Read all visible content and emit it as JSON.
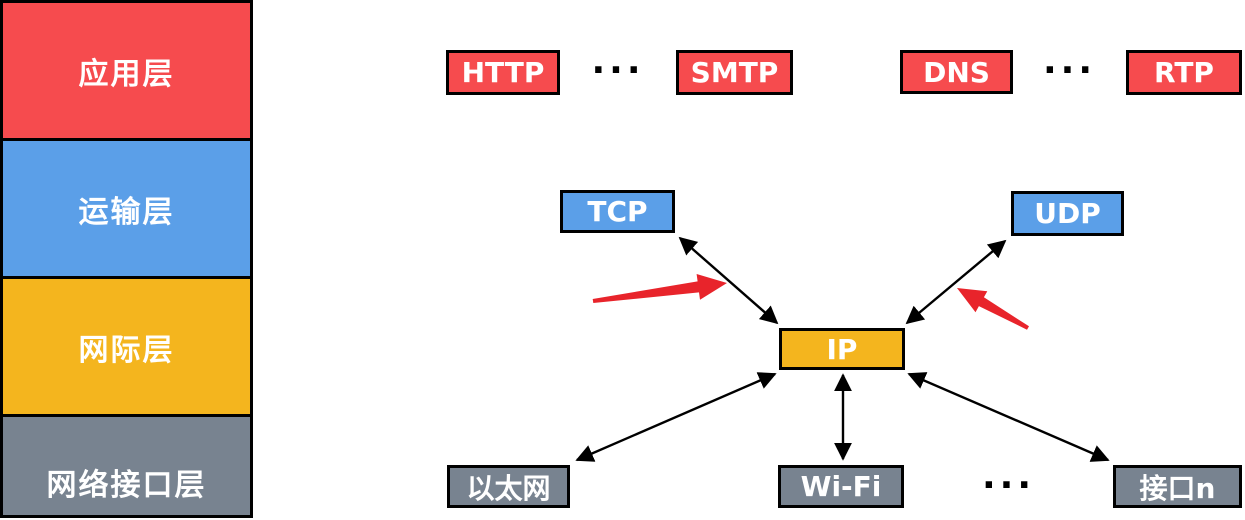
{
  "stack": {
    "layers": [
      {
        "label": "应用层",
        "color": "#F64B4E"
      },
      {
        "label": "运输层",
        "color": "#5B9FE8"
      },
      {
        "label": "网际层",
        "color": "#F4B51E"
      },
      {
        "label": "网络接口层",
        "color": "#788390"
      }
    ]
  },
  "diagram": {
    "application_protocols": [
      {
        "label": "HTTP"
      },
      {
        "label": "SMTP"
      },
      {
        "label": "DNS"
      },
      {
        "label": "RTP"
      }
    ],
    "transport_protocols": [
      {
        "label": "TCP"
      },
      {
        "label": "UDP"
      }
    ],
    "internet_protocol": {
      "label": "IP"
    },
    "link_interfaces": [
      {
        "label": "以太网"
      },
      {
        "label": "Wi-Fi"
      },
      {
        "label": "接口n"
      }
    ],
    "ellipsis": "···",
    "colors": {
      "application_box": "#F64B4E",
      "transport_box": "#5B9FE8",
      "internet_box": "#F4B51E",
      "link_box": "#788390",
      "connector": "#000000",
      "annotation_arrow": "#E8242B",
      "box_text": "#FFFFFF"
    }
  }
}
